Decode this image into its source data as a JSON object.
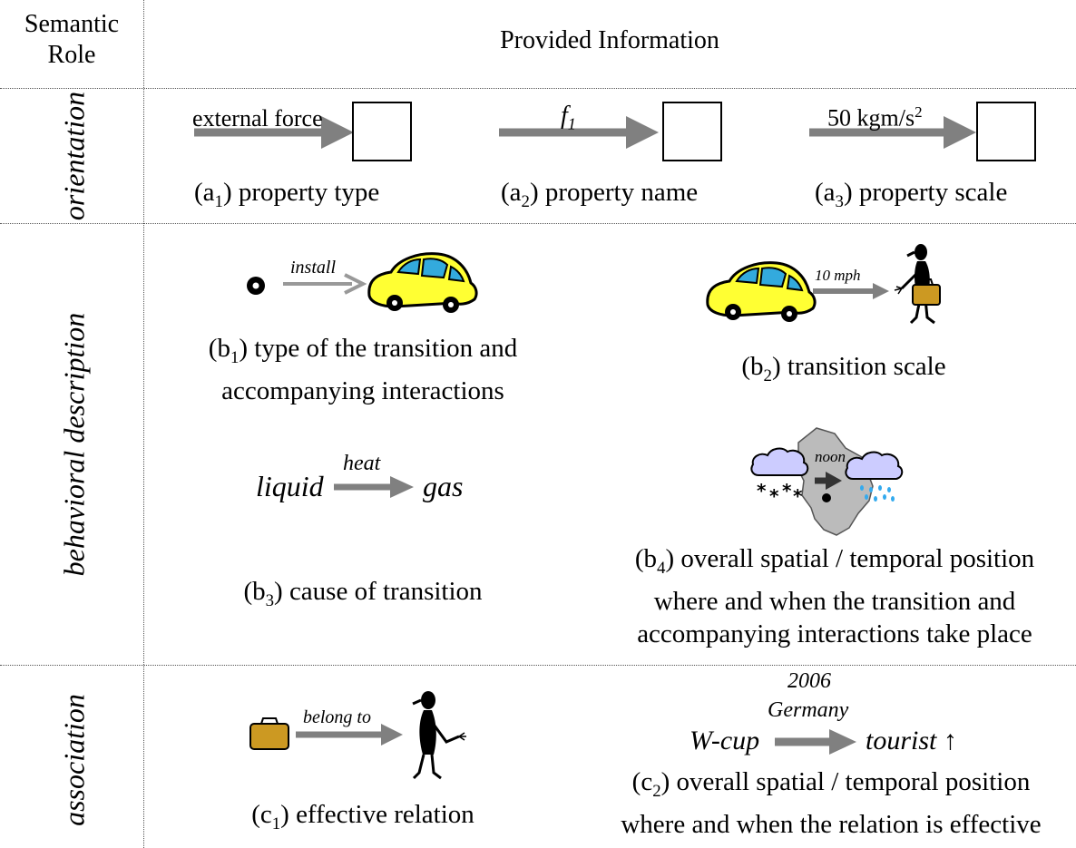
{
  "header": {
    "col1_line1": "Semantic",
    "col1_line2": "Role",
    "col2": "Provided Information"
  },
  "roles": {
    "orientation": "orientation",
    "behavioral": "behavioral description",
    "association": "association"
  },
  "orientation": {
    "a1_label": "external force",
    "a1_caption_pre": "(a",
    "a1_sub": "1",
    "a1_caption_post": ") property type",
    "a2_label": "f",
    "a2_label_sub": "1",
    "a2_caption_pre": "(a",
    "a2_sub": "2",
    "a2_caption_post": ") property name",
    "a3_label": "50 kgm/s",
    "a3_label_sup": "2",
    "a3_caption_pre": "(a",
    "a3_sub": "3",
    "a3_caption_post": ") property scale"
  },
  "behavioral": {
    "b1_arrow": "install",
    "b1_caption_pre": "(b",
    "b1_sub": "1",
    "b1_caption_post": ") type of the transition and",
    "b1_caption_line2": "accompanying interactions",
    "b2_arrow": "10 mph",
    "b2_caption_pre": "(b",
    "b2_sub": "2",
    "b2_caption_post": ") transition scale",
    "b3_left": "liquid",
    "b3_arrow": "heat",
    "b3_right": "gas",
    "b3_caption_pre": "(b",
    "b3_sub": "3",
    "b3_caption_post": ") cause of transition",
    "b4_arrow": "noon",
    "b4_caption_pre": "(b",
    "b4_sub": "4",
    "b4_caption_post": ") overall spatial / temporal position",
    "b4_caption_line2": "where and when the transition and",
    "b4_caption_line3": "accompanying interactions take place"
  },
  "association": {
    "c1_arrow": "belong to",
    "c1_caption_pre": "(c",
    "c1_sub": "1",
    "c1_caption_post": ") effective relation",
    "c2_year": "2006",
    "c2_place": "Germany",
    "c2_left": "W-cup",
    "c2_right": "tourist ↑",
    "c2_caption_pre": "(c",
    "c2_sub": "2",
    "c2_caption_post": ") overall spatial / temporal position",
    "c2_caption_line2": "where and when the relation is effective"
  },
  "colors": {
    "arrow": "#808080",
    "car_body": "#ffff33",
    "car_window": "#33aadd",
    "suitcase": "#cc9922",
    "map": "#bbbbbb"
  }
}
